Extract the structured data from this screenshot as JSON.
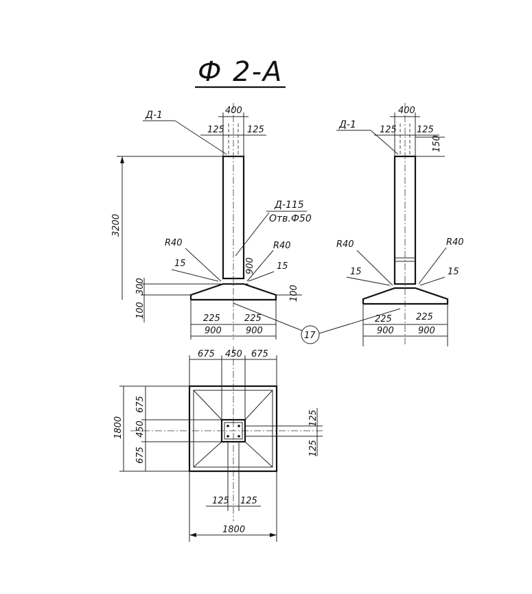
{
  "title": "Ф 2-А",
  "marks": {
    "anchor_left": "Д-1",
    "anchor_right": "Д-1",
    "rebar_mark": "Д-115",
    "rebar_note": "Отв.Ф50",
    "callout": "17"
  },
  "dims": {
    "column_width": "400",
    "offset_125": "125",
    "height_3200": "3200",
    "r40": "R40",
    "d15": "15",
    "d300": "300",
    "d100": "100",
    "d900": "900",
    "d225": "225",
    "d150": "150",
    "d675": "675",
    "d450": "450",
    "d1800": "1800"
  }
}
